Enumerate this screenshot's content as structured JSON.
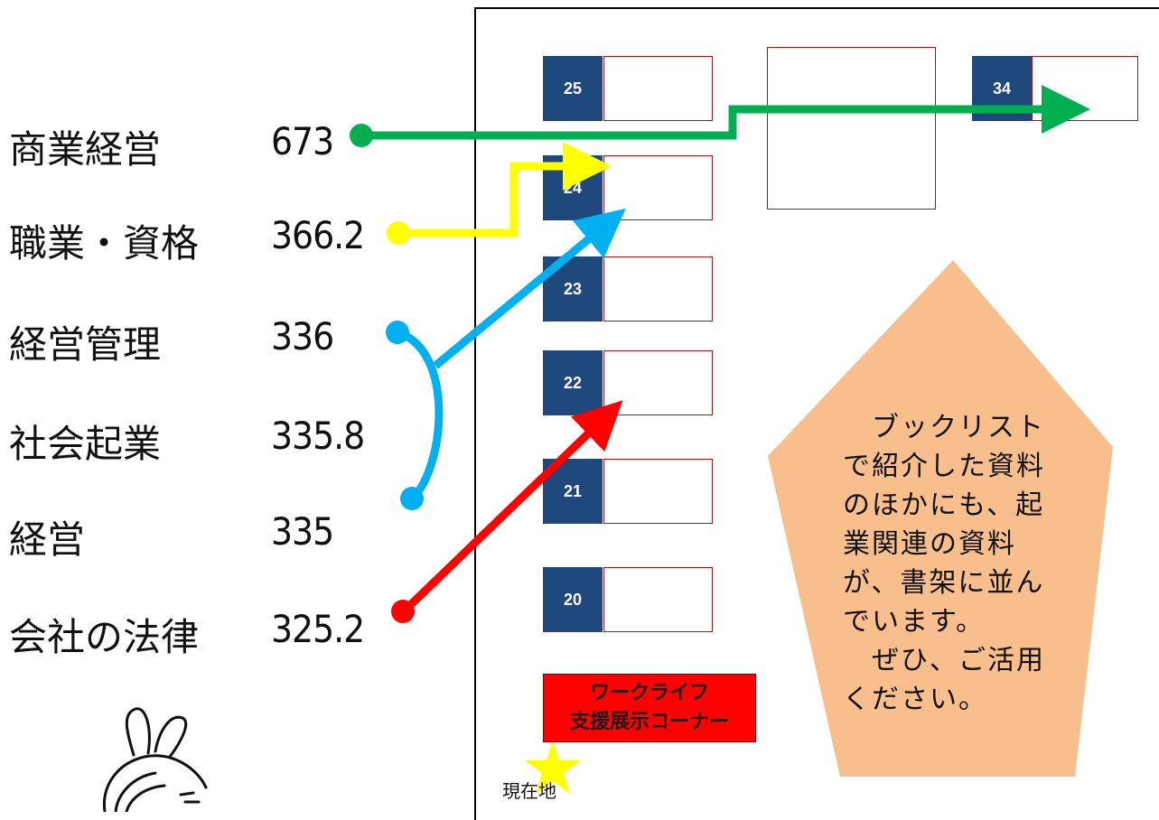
{
  "categories": [
    {
      "label": "商業経営",
      "code": "673"
    },
    {
      "label": "職業・資格",
      "code": "366.2"
    },
    {
      "label": "経営管理",
      "code": "336"
    },
    {
      "label": "社会起業",
      "code": "335.8"
    },
    {
      "label": "経営",
      "code": "335"
    },
    {
      "label": "会社の法律",
      "code": "325.2"
    }
  ],
  "shelves": [
    "25",
    "24",
    "23",
    "22",
    "21",
    "20",
    "34"
  ],
  "exhibit": {
    "line1": "ワークライフ",
    "line2": "支援展示コーナー"
  },
  "current_location": "現在地",
  "note": "　ブックリスト\nで紹介した資料\nのほかにも、起\n業関連の資料\nが、書架に並ん\nでいます。\n　ぜひ、ご活用\nください。",
  "colors": {
    "shelf_number_bg": "#1f497d",
    "shelf_border": "#b01515",
    "green_arrow": "#00b050",
    "yellow_arrow": "#ffff00",
    "blue_arrow": "#00b0f0",
    "red_arrow": "#ff0000",
    "note_bg": "#f8bf8d",
    "exhibit_bg": "#ff0000",
    "star": "#ffff00"
  },
  "icons": [
    "star-icon",
    "rabbit-mascot"
  ]
}
